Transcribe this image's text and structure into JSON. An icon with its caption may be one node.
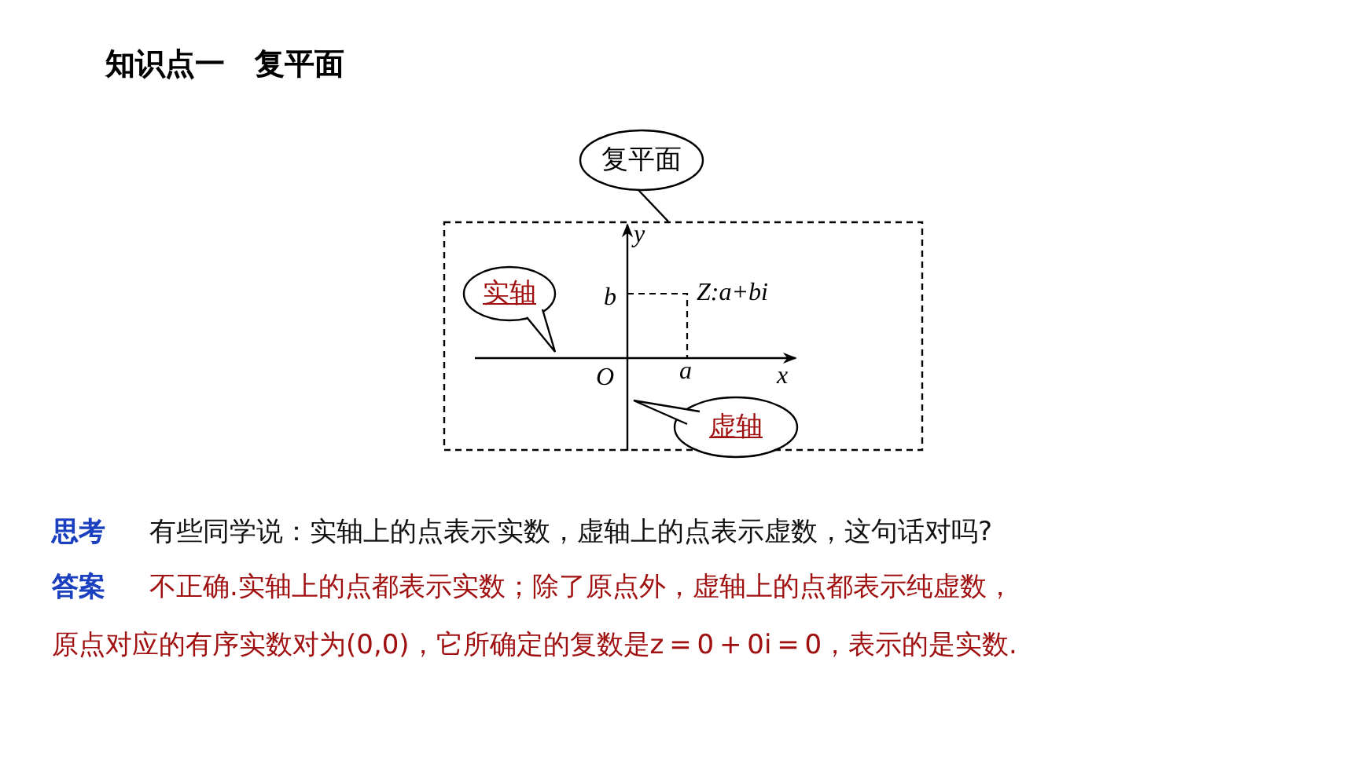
{
  "diagram": {
    "title": "知识点一　复平面",
    "nodes": [
      {
        "text": [
          "复平面"
        ]
      },
      {
        "text": [],
        "shape": "box"
      },
      {
        "text": [
          "实轴"
        ],
        "in": 1
      },
      {
        "text": [
          "虚轴"
        ]
      }
    ],
    "edges": [
      {
        "from": 0,
        "to": 1,
        "arrow": "none"
      }
    ],
    "labels": [
      "y",
      "b",
      "Z:a+bi",
      "O",
      "a",
      "x",
      "思考",
      "有些同学说：实轴上的点表示实数，虚轴上的点表示虚数，这句话对吗?",
      "答案",
      "不正确.实轴上的点都表示实数；除了原点外，虚轴上的点都表示纯虚数，原点对应的有序实数对为(0,0)，它所确定的复数是z = 0 + 0i = 0，表示的是实数."
    ]
  }
}
